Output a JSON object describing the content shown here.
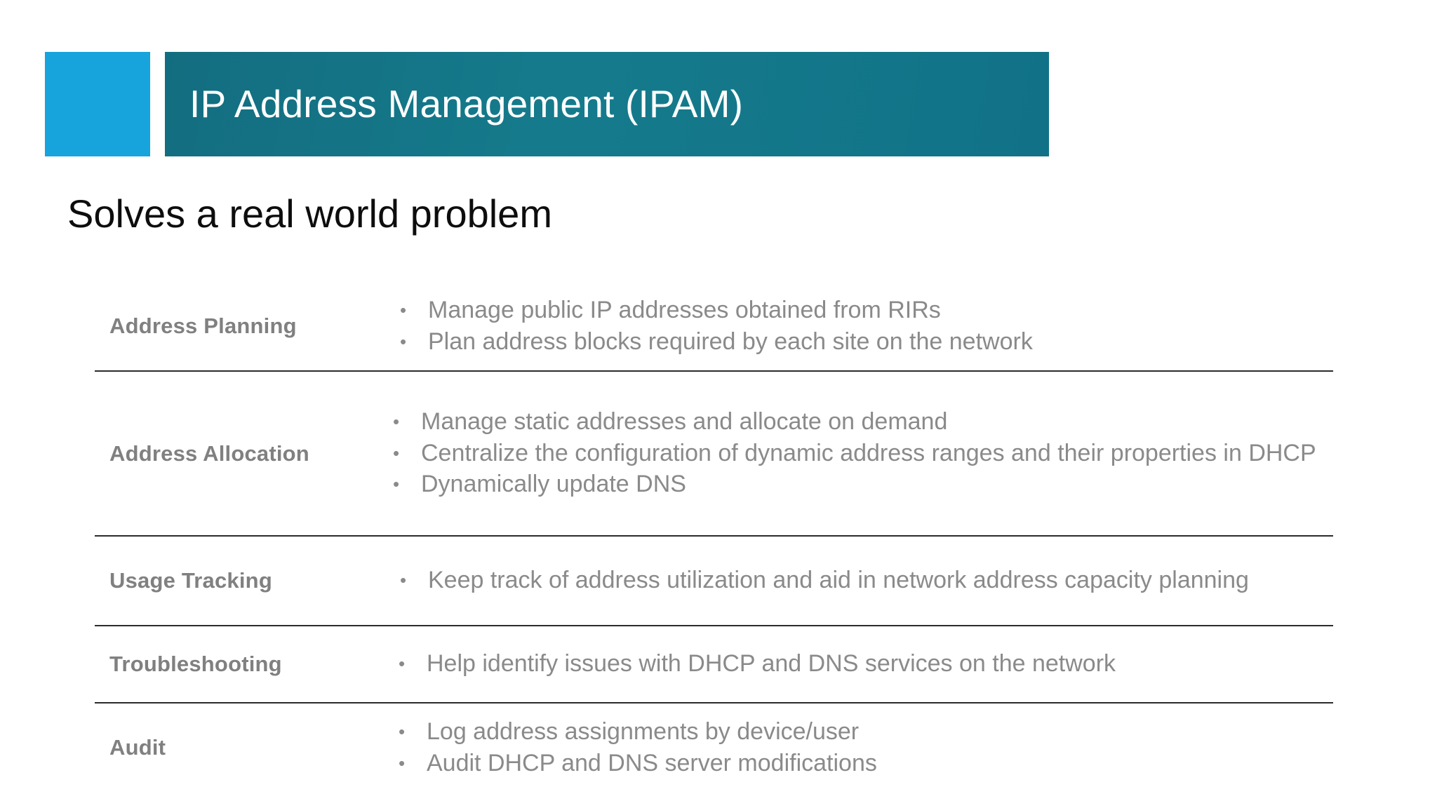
{
  "slide": {
    "title": "IP Address Management (IPAM)",
    "subtitle": "Solves a real world problem",
    "colors": {
      "accent_square": "#17A3DC",
      "title_bar": "#136D80",
      "title_text": "#FFFFFF",
      "label_text": "#808080",
      "body_text": "#8A8A8A",
      "rule": "#2B2B2B",
      "background": "#FFFFFF"
    }
  },
  "table": {
    "rows": [
      {
        "label": "Address Planning",
        "bullets": [
          "Manage public IP addresses obtained from RIRs",
          "Plan address blocks required by each site on the network"
        ]
      },
      {
        "label": "Address Allocation",
        "bullets": [
          "Manage static addresses and allocate on demand",
          "Centralize the configuration of dynamic address ranges and their properties in DHCP",
          "Dynamically update DNS"
        ]
      },
      {
        "label": "Usage Tracking",
        "bullets": [
          "Keep track of address utilization and aid in network address capacity planning"
        ]
      },
      {
        "label": "Troubleshooting",
        "bullets": [
          "Help identify issues with DHCP and DNS services on the network"
        ]
      },
      {
        "label": "Audit",
        "bullets": [
          "Log address assignments by device/user",
          "Audit DHCP and DNS server modifications"
        ]
      }
    ],
    "bullet_glyph": "•"
  }
}
